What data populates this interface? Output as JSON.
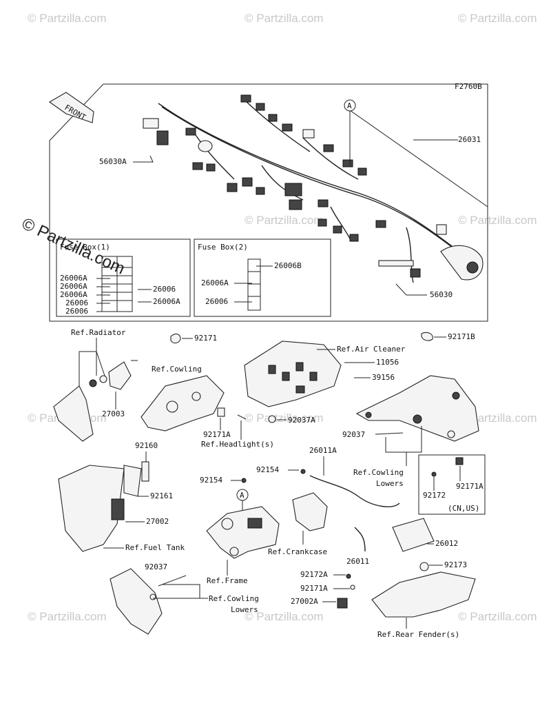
{
  "watermark": "© Partzilla.com",
  "watermark_side": "© Partzilla.com",
  "diagram_code": "F2760B",
  "front_label": "FRONT",
  "callout_a": "A",
  "fuse_box_1": {
    "title": "Fuse Box(1)",
    "left_labels": [
      "26006A",
      "26006A",
      "26006A",
      "26006",
      "26006"
    ],
    "right_labels": [
      "26006",
      "26006A"
    ]
  },
  "fuse_box_2": {
    "title": "Fuse Box(2)",
    "labels": [
      "26006B",
      "26006A",
      "26006"
    ]
  },
  "labels": {
    "p26031": "26031",
    "p56030a": "56030A",
    "p56030": "56030",
    "ref_radiator": "Ref.Radiator",
    "p92171": "92171",
    "ref_air_cleaner": "Ref.Air Cleaner",
    "p92171b": "92171B",
    "ref_cowling": "Ref.Cowling",
    "p11056": "11056",
    "p39156": "39156",
    "p27003": "27003",
    "p92037a": "92037A",
    "p92171a_1": "92171A",
    "ref_headlights": "Ref.Headlight(s)",
    "p26011a": "26011A",
    "p92037_1": "92037",
    "p92160": "92160",
    "p92154_1": "92154",
    "p92154_2": "92154",
    "ref_cowling_lowers_1": "Ref.Cowling",
    "ref_cowling_lowers_1b": "Lowers",
    "p92161": "92161",
    "p92172_1": "92172",
    "p92171a_2": "92171A",
    "cn_us": "(CN,US)",
    "p27002": "27002",
    "p26012": "26012",
    "ref_fuel_tank": "Ref.Fuel Tank",
    "ref_crankcase": "Ref.Crankcase",
    "p26011": "26011",
    "p92037_2": "92037",
    "p92173": "92173",
    "ref_frame": "Ref.Frame",
    "p92172a": "92172A",
    "p92171a_3": "92171A",
    "ref_cowling_lowers_2": "Ref.Cowling",
    "ref_cowling_lowers_2b": "Lowers",
    "p27002a": "27002A",
    "ref_rear_fender": "Ref.Rear Fender(s)"
  }
}
